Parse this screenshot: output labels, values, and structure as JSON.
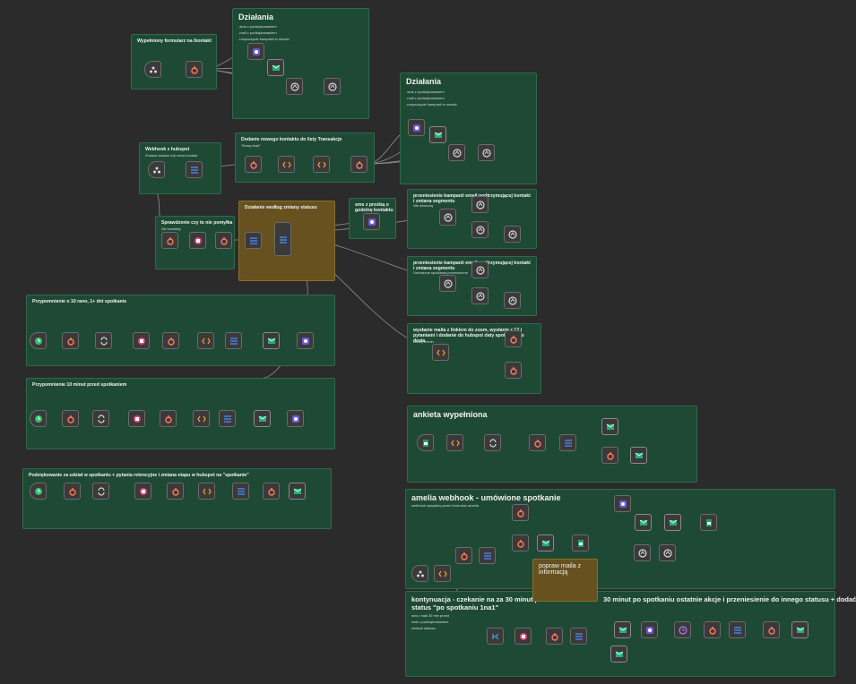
{
  "canvas": {
    "background": "#2b2b2b",
    "sticky_color": "#1e4a35",
    "note_color": "#66511f"
  },
  "stickies": {
    "s1_title": "Wypełniony formularz na /kontakt",
    "s2_title": "Działania",
    "s2_lines": [
      "-sms z podziękowaniem",
      "-mail z podziękowaniem",
      "-rozpoczęcie kampanii w mautic"
    ],
    "s3_title": "Działania",
    "s3_lines": [
      "-sms z podziękowaniem",
      "-mail z podziękowaniem",
      "-rozpoczęcie kampanii w mautic"
    ],
    "s4_title": "Webhook z hubspot",
    "s4_sub": "Zmiana statusu lub nowy kontakt",
    "s5_title": "Dodanie nowego kontaktu do listy Transakcje",
    "s5_sub": "\"Nowy lead\"",
    "s6_title": "Sprawdzenie czy to nie pomyłka",
    "s6_sub": "Złe kontakty",
    "s7_title": "Działanie według zmiany statusu",
    "s8_title": "sms z prośbą o godzinę kontaktu",
    "s9_title": "przeniesienie kampanii email podtrzymującej kontakt i zmiana segmentu",
    "s9_sub": "Nie dzwonią",
    "s10_title": "przeniesienie kampanii email podtrzymującej kontakt i zmiana segmentu",
    "s10_sub": "Umówione spotkania przeniesione",
    "s11_title": "wysłanie maila z linkiem do zoom, wysłanie z 17 i pytaniami i dodanie do hubspot daty spotkania do deala",
    "s11_sub": "Dodaj termin",
    "s12_title": "Przypomnienie o 10 rano, 1+ dni spotkanie",
    "s13_title": "Przypomnienie 10 minut przed spotkaniem",
    "s14_title": "Podziękowanie za udział w spotkaniu + pytania retencyjne i zmiana etapu w hubspot na \"spotkanie\"",
    "s15_title": "ankieta wypełniona",
    "s16_title": "amelia webhook - umówione spotkanie",
    "s16_sub": "webhook wysyłany przez formularz amelia",
    "s17_title": "kontynuacja - czekanie na za 30 minut przed",
    "s17_title_right": "30 minut po spotkaniu ostatnie akcje i przeniesienie do innego statusu + dodać",
    "s17_title2": "status \"po spotkaniu 1na1\"",
    "s17_lines": [
      "sms i mail 30 min przed",
      "mail z podziękowaniem",
      "zmiana statusu"
    ],
    "note_title": "popraw maila z informacją"
  },
  "nodes": {
    "form": "Kontakt formularz",
    "hubspot": "HubSpot",
    "sms1": "SMS 1",
    "mail": "Mail z podziękowaniem",
    "mautic": "Mautic",
    "hubspot_trigger": "Hubspot webhook",
    "switch": "Switch",
    "code": "Code",
    "wait": "Wait",
    "loop": "Loop Over Items",
    "set": "Edit Fields",
    "schedule": "Schedule",
    "gsheets": "Google Sheets Trigger",
    "webhook": "Webhook",
    "gmail": "Gmail",
    "if": "If"
  },
  "icons": [
    "hubspot-icon",
    "sms-icon",
    "mail-icon",
    "mautic-icon",
    "code-icon",
    "switch-icon",
    "schedule-icon",
    "loop-icon",
    "stop-icon",
    "webhook-icon",
    "sheets-icon",
    "wait-icon",
    "if-icon"
  ]
}
